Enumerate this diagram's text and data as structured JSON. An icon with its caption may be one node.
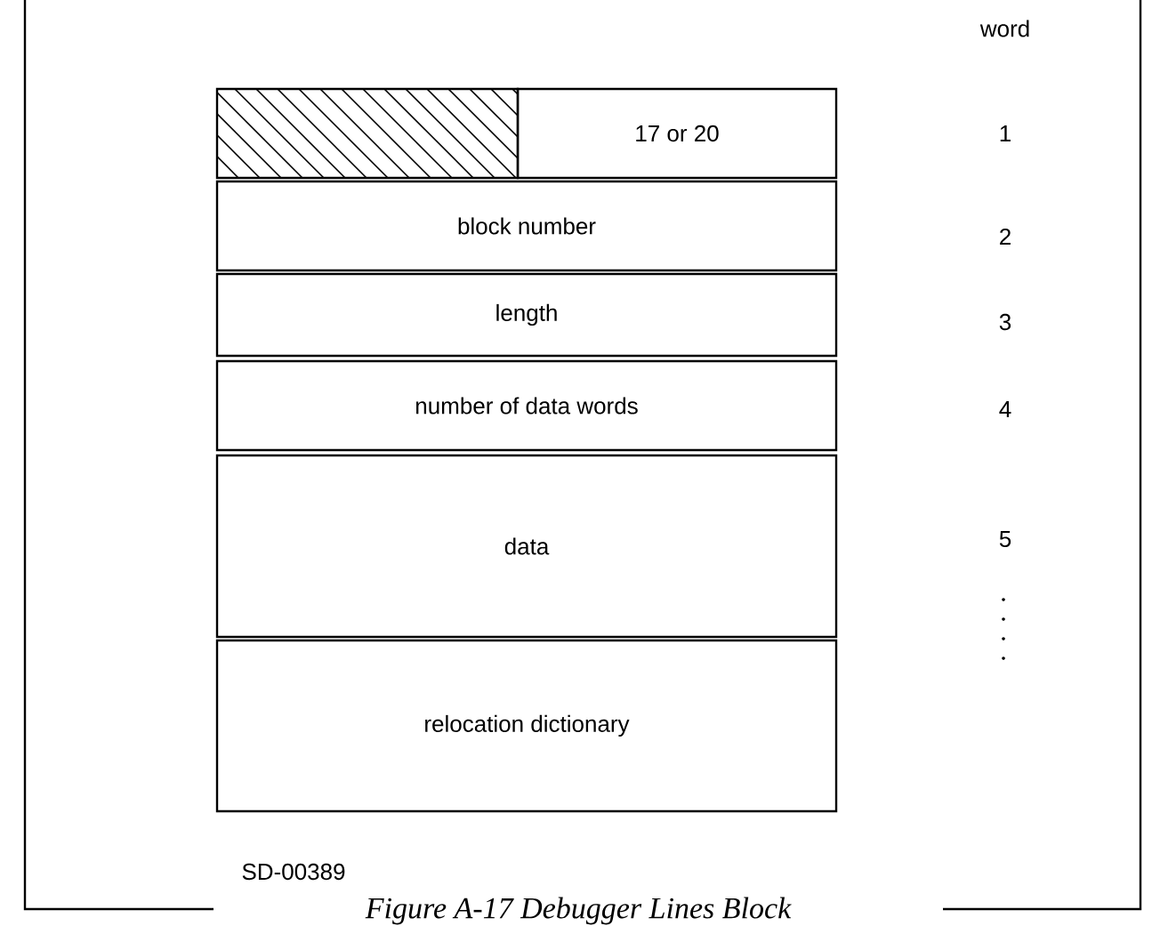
{
  "diagram": {
    "caption": "Figure A-17  Debugger Lines Block",
    "nodes": [
      {
        "text": [],
        "shape": "box"
      },
      {
        "text": [
          "17 or 20"
        ]
      },
      {
        "text": [
          "block number"
        ]
      },
      {
        "text": [
          "length"
        ]
      },
      {
        "text": [
          "number of data words"
        ]
      },
      {
        "text": [
          "data"
        ]
      },
      {
        "text": [
          "relocation dictionary"
        ]
      }
    ],
    "labels": [
      "word",
      "1",
      "2",
      "3",
      "4",
      "5",
      "SD-00389"
    ]
  }
}
